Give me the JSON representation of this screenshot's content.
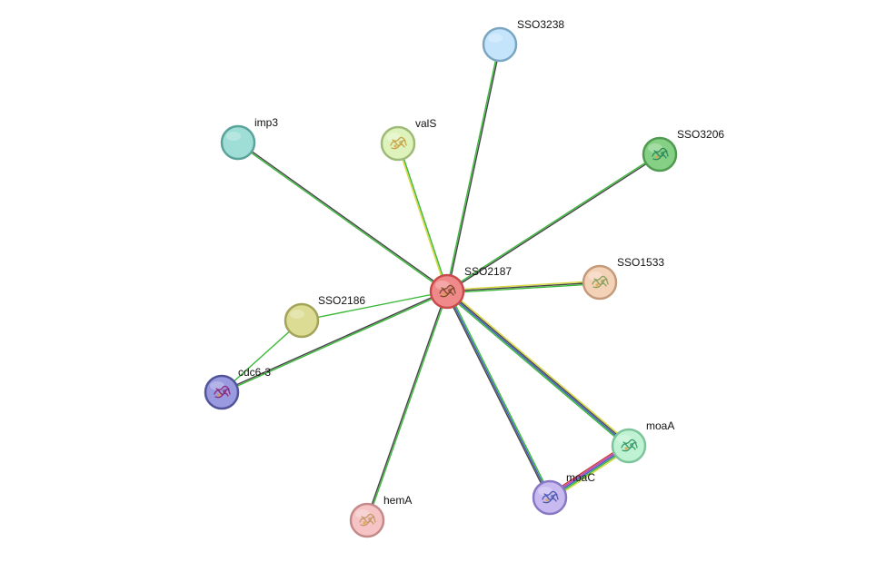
{
  "network": {
    "nodes": [
      {
        "id": "SSO2187",
        "label": "SSO2187",
        "fill": "#f08a8a",
        "stroke": "#c94a4a",
        "structure": true,
        "structure_color": "#7a4a2a"
      },
      {
        "id": "SSO3238",
        "label": "SSO3238",
        "fill": "#c4e4fb",
        "stroke": "#7aa6c2",
        "structure": false
      },
      {
        "id": "imp3",
        "label": "imp3",
        "fill": "#9fded6",
        "stroke": "#5aa39a",
        "structure": false
      },
      {
        "id": "valS",
        "label": "valS",
        "fill": "#def3bc",
        "stroke": "#9dbb77",
        "structure": true,
        "structure_color": "#c7a34a"
      },
      {
        "id": "SSO3206",
        "label": "SSO3206",
        "fill": "#86d086",
        "stroke": "#4e9a4e",
        "structure": true,
        "structure_color": "#2e8a5a"
      },
      {
        "id": "SSO1533",
        "label": "SSO1533",
        "fill": "#f4d2b8",
        "stroke": "#c49a7a",
        "structure": true,
        "structure_color": "#8aa05a"
      },
      {
        "id": "SSO2186",
        "label": "SSO2186",
        "fill": "#dcdc94",
        "stroke": "#a3a35a",
        "structure": false
      },
      {
        "id": "cdc6-3",
        "label": "cdc6-3",
        "fill": "#9a9ae0",
        "stroke": "#53539a",
        "structure": true,
        "structure_color": "#8a2a7a"
      },
      {
        "id": "moaA",
        "label": "moaA",
        "fill": "#bff2d2",
        "stroke": "#7ec49a",
        "structure": true,
        "structure_color": "#3a9a6a"
      },
      {
        "id": "moaC",
        "label": "moaC",
        "fill": "#c8baf0",
        "stroke": "#8878c4",
        "structure": true,
        "structure_color": "#4a5ab0"
      },
      {
        "id": "hemA",
        "label": "hemA",
        "fill": "#f6c4c4",
        "stroke": "#c48a8a",
        "structure": true,
        "structure_color": "#c49a6a"
      }
    ],
    "edges": [
      {
        "source": "SSO2187",
        "target": "SSO3238",
        "colors": [
          "#3ab83a",
          "#444444"
        ]
      },
      {
        "source": "SSO2187",
        "target": "imp3",
        "colors": [
          "#3ab83a",
          "#444444"
        ]
      },
      {
        "source": "SSO2187",
        "target": "valS",
        "colors": [
          "#d8d840",
          "#3ab83a"
        ]
      },
      {
        "source": "SSO2187",
        "target": "SSO3206",
        "colors": [
          "#3ab83a",
          "#444444"
        ]
      },
      {
        "source": "SSO2187",
        "target": "SSO1533",
        "colors": [
          "#d8d840",
          "#444444",
          "#3ab83a"
        ]
      },
      {
        "source": "SSO2187",
        "target": "SSO2186",
        "colors": [
          "#3ab83a"
        ]
      },
      {
        "source": "SSO2187",
        "target": "cdc6-3",
        "colors": [
          "#3ab83a",
          "#444444"
        ]
      },
      {
        "source": "SSO2187",
        "target": "moaA",
        "colors": [
          "#d8d840",
          "#444444",
          "#3a5ab8",
          "#3ab83a"
        ]
      },
      {
        "source": "SSO2187",
        "target": "moaC",
        "colors": [
          "#3ab83a",
          "#3a5ab8",
          "#444444"
        ]
      },
      {
        "source": "SSO2187",
        "target": "hemA",
        "colors": [
          "#3ab83a",
          "#444444"
        ]
      },
      {
        "source": "SSO2186",
        "target": "cdc6-3",
        "colors": [
          "#3ab83a"
        ]
      },
      {
        "source": "moaA",
        "target": "moaC",
        "colors": [
          "#d8d840",
          "#3ab83a",
          "#3a5ab8",
          "#b83ab8",
          "#c83a3a"
        ]
      }
    ]
  }
}
